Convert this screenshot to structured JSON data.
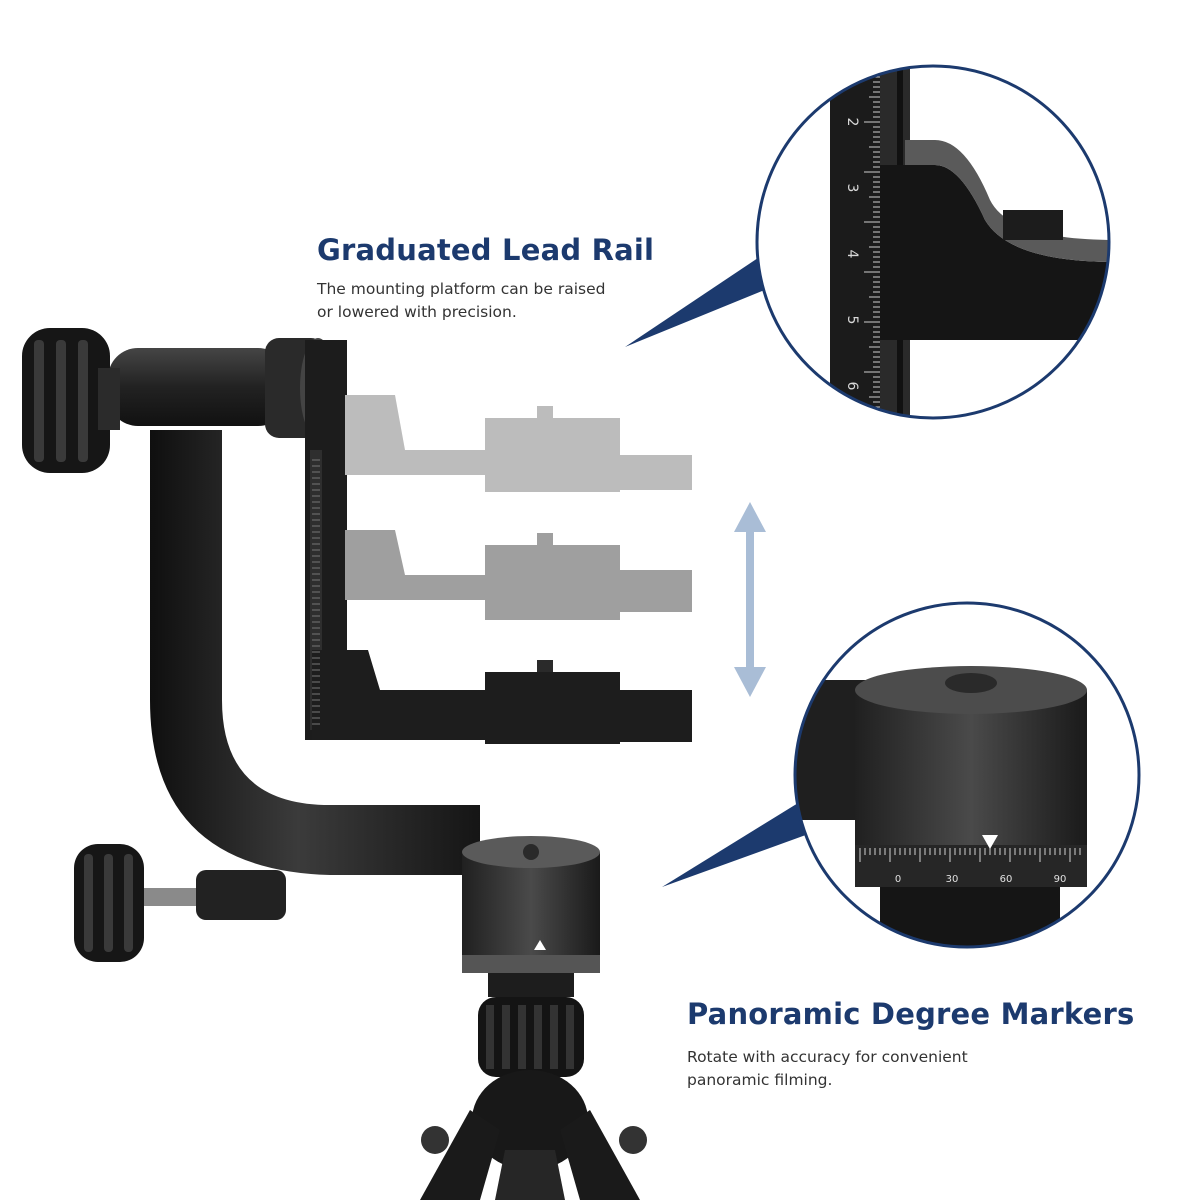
{
  "callouts": {
    "rail": {
      "title": "Graduated Lead Rail",
      "line1": "The mounting platform can be raised",
      "line2": "or lowered with precision."
    },
    "panoramic": {
      "title": "Panoramic Degree Markers",
      "line1": "Rotate with accuracy for convenient",
      "line2": "panoramic filming."
    }
  },
  "rail_scale_numbers": [
    "2",
    "3",
    "4",
    "5",
    "6"
  ],
  "dial_numbers": [
    "0",
    "30",
    "60",
    "90"
  ],
  "colors": {
    "accent": "#1c3a6e",
    "metal_dark": "#1f1f1f",
    "metal_mid": "#3a3a3a",
    "ghost": "#b8b8b8",
    "arrow": "#a9bdd6"
  }
}
